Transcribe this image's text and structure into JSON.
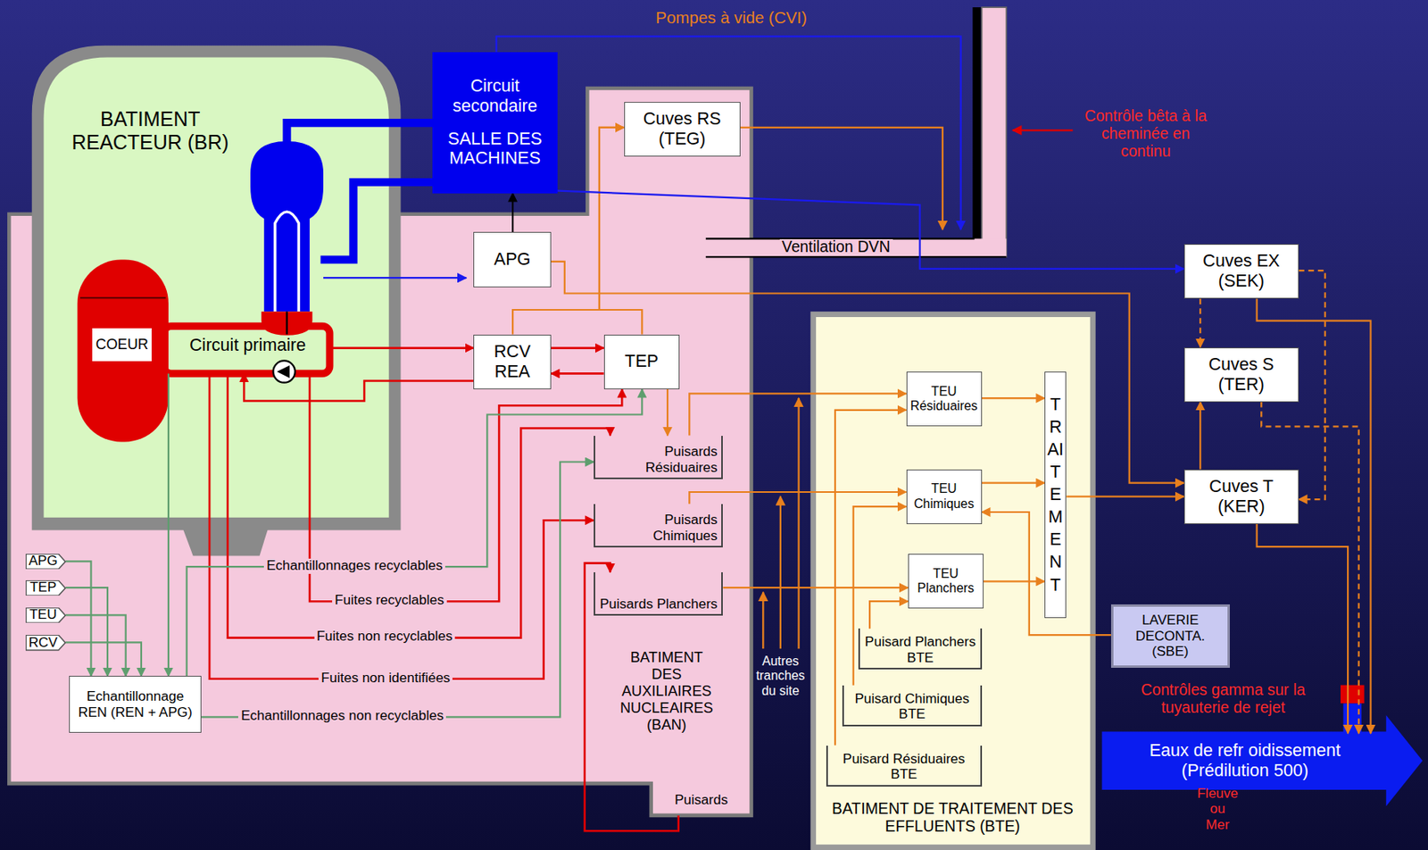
{
  "diagram": {
    "nodes": [
      {
        "text": [
          "BATIMENT DES AUXILIAIRES NUCLEAIRES (BAN)"
        ]
      },
      {
        "text": [
          "BATIMENT REACTEUR (BR)"
        ],
        "in": 0
      },
      {
        "text": [
          "COEUR"
        ],
        "in": 1
      },
      {
        "text": [
          "Circuit primaire"
        ],
        "in": 1
      },
      {
        "text": [
          "Circuit secondaire",
          "SALLE DES MACHINES"
        ]
      },
      {
        "text": [
          "Cuves RS (TEG)"
        ],
        "in": 0
      },
      {
        "text": [
          "APG"
        ],
        "in": 0
      },
      {
        "text": [
          "RCV REA"
        ],
        "in": 0
      },
      {
        "text": [
          "TEP"
        ],
        "in": 0
      },
      {
        "text": [
          "Puisards Résiduaires"
        ],
        "in": 0
      },
      {
        "text": [
          "Puisards Chimiques"
        ],
        "in": 0
      },
      {
        "text": [
          "Puisards Planchers"
        ],
        "in": 0
      },
      {
        "text": [
          "Echantillonnage REN (REN + APG)"
        ],
        "in": 0
      },
      {
        "text": [
          "Puisards"
        ],
        "in": 0
      },
      {
        "text": [
          "BATIMENT DE TRAITEMENT DES EFFLUENTS (BTE)"
        ]
      },
      {
        "text": [
          "TEU Résiduaires"
        ],
        "in": 14
      },
      {
        "text": [
          "TEU Chimiques"
        ],
        "in": 14
      },
      {
        "text": [
          "TEU Planchers"
        ],
        "in": 14
      },
      {
        "text": [
          "TRAITEMENT"
        ],
        "in": 14
      },
      {
        "text": [
          "Puisard Planchers BTE"
        ],
        "in": 14
      },
      {
        "text": [
          "Puisard Chimiques BTE"
        ],
        "in": 14
      },
      {
        "text": [
          "Puisard Résiduaires BTE"
        ],
        "in": 14
      },
      {
        "text": [
          "LAVERIE DECONTA. (SBE)"
        ]
      },
      {
        "text": [
          "Cuves EX (SEK)"
        ]
      },
      {
        "text": [
          "Cuves S (TER)"
        ]
      },
      {
        "text": [
          "Cuves T (KER)"
        ]
      },
      {
        "text": [
          "APG"
        ],
        "in": 0
      },
      {
        "text": [
          "TEP"
        ],
        "in": 0
      },
      {
        "text": [
          "TEU"
        ],
        "in": 0
      },
      {
        "text": [
          "RCV"
        ],
        "in": 0
      },
      {
        "text": [
          "Eaux de refr oidissement (Prédilution 500)"
        ]
      }
    ],
    "edges": [
      {
        "from": 3,
        "to": 7,
        "arrow": "to"
      },
      {
        "from": 7,
        "to": 8,
        "arrow": "to"
      },
      {
        "from": 8,
        "to": 7,
        "arrow": "to"
      },
      {
        "from": 7,
        "to": 3,
        "arrow": "to"
      },
      {
        "from": 7,
        "to": 5,
        "arrow": "to"
      },
      {
        "from": 8,
        "to": 5,
        "arrow": "to"
      },
      {
        "from": 6,
        "to": 4,
        "arrow": "to"
      },
      {
        "from": 4,
        "to": 23,
        "arrow": "to"
      },
      {
        "from": 6,
        "to": 25,
        "arrow": "to"
      },
      {
        "from": 8,
        "to": 9,
        "arrow": "to"
      },
      {
        "from": 3,
        "to": 8,
        "arrow": "to",
        "label": "Fuites recyclables"
      },
      {
        "from": 3,
        "to": 9,
        "arrow": "to",
        "label": "Fuites non recyclables"
      },
      {
        "from": 3,
        "to": 10,
        "arrow": "to",
        "label": "Fuites non identifiées"
      },
      {
        "from": 12,
        "to": 8,
        "arrow": "to",
        "label": "Echantillonnages recyclables"
      },
      {
        "from": 12,
        "to": 9,
        "arrow": "to",
        "label": "Echantillonnages non recyclables"
      },
      {
        "from": 3,
        "to": 12,
        "arrow": "to"
      },
      {
        "from": 26,
        "to": 12,
        "arrow": "to"
      },
      {
        "from": 27,
        "to": 12,
        "arrow": "to"
      },
      {
        "from": 28,
        "to": 12,
        "arrow": "to"
      },
      {
        "from": 29,
        "to": 12,
        "arrow": "to"
      },
      {
        "from": 13,
        "to": 11,
        "arrow": "to"
      },
      {
        "from": 9,
        "to": 15,
        "arrow": "to"
      },
      {
        "from": 10,
        "to": 16,
        "arrow": "to"
      },
      {
        "from": 11,
        "to": 17,
        "arrow": "to"
      },
      {
        "from": 21,
        "to": 15,
        "arrow": "to"
      },
      {
        "from": 20,
        "to": 16,
        "arrow": "to"
      },
      {
        "from": 19,
        "to": 17,
        "arrow": "to"
      },
      {
        "from": 22,
        "to": 16,
        "arrow": "to"
      },
      {
        "from": 15,
        "to": 18,
        "arrow": "to"
      },
      {
        "from": 16,
        "to": 18,
        "arrow": "to"
      },
      {
        "from": 17,
        "to": 18,
        "arrow": "to"
      },
      {
        "from": 18,
        "to": 25,
        "arrow": "to"
      },
      {
        "from": 23,
        "to": 24,
        "arrow": "to"
      },
      {
        "from": 25,
        "to": 24,
        "arrow": "to"
      },
      {
        "from": 23,
        "to": 25,
        "arrow": "to"
      },
      {
        "from": 23,
        "to": 30,
        "arrow": "to"
      },
      {
        "from": 25,
        "to": 30,
        "arrow": "to"
      },
      {
        "from": 24,
        "to": 30,
        "arrow": "to"
      }
    ],
    "labels": [
      "Pompes à vide (CVI)",
      "Contrôle bêta à la cheminée en continu",
      "Ventilation DVN",
      "Autres tranches du site",
      "Contrôles gamma sur la tuyauterie de rejet",
      "Fleuve ou Mer"
    ]
  }
}
